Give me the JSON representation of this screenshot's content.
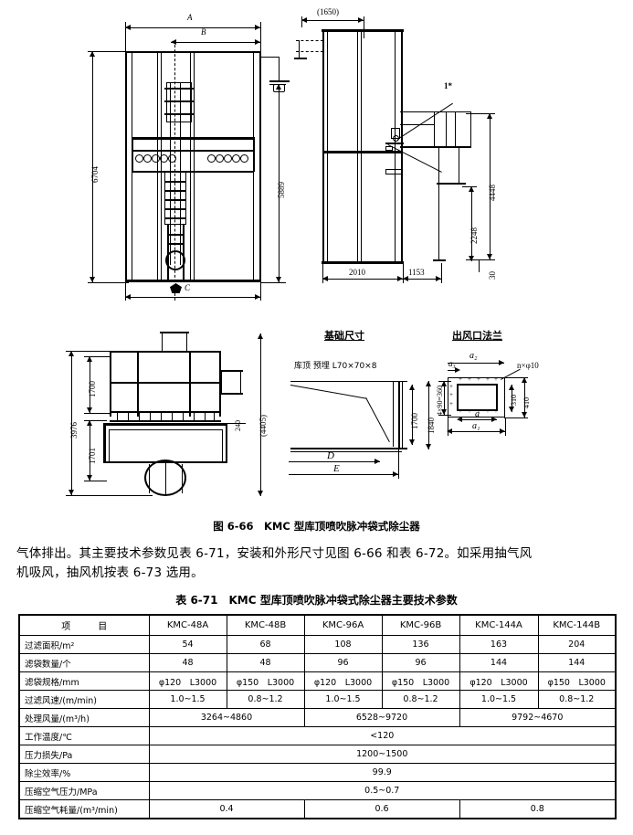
{
  "figure": {
    "caption": "图 6-66　KMC 型库顶喷吹脉冲袋式除尘器",
    "front_view": {
      "dim_A": "A",
      "dim_B": "B",
      "dim_C": "C",
      "height_total": "6704",
      "height_inner": "5889"
    },
    "side_view": {
      "top_width": "(1650)",
      "width_body": "2010",
      "width_ext": "1153",
      "height_platform": "4448",
      "height_mid": "2248",
      "height_base": "30",
      "callout": "1*"
    },
    "plan_view": {
      "height_total": "3976",
      "height_upper": "1700",
      "height_lower": "1701",
      "width_ref": "(4405)",
      "small_dim": "240"
    },
    "foundation": {
      "title": "基础尺寸",
      "note": "库顶 预埋 L70×70×8",
      "dim_D": "D",
      "dim_E": "E",
      "height_inner": "1700",
      "height_outer": "1840"
    },
    "flange": {
      "title": "出风口法兰",
      "hole_note": "n×φ10",
      "pitch_note": "4×90=360",
      "dim_a": "a",
      "dim_a1": "a₁",
      "dim_a2": "a₂",
      "dim_a3": "a₃",
      "height_inner": "310",
      "height_outer": "410"
    }
  },
  "body_text": {
    "line1": "气体排出。其主要技术参数见表 6-71，安装和外形尺寸见图 6-66 和表 6-72。如采用抽气风",
    "line2": "机吸风，抽风机按表 6-73 选用。"
  },
  "table": {
    "title": "表 6-71　KMC 型库顶喷吹脉冲袋式除尘器主要技术参数",
    "headers": [
      "项　目",
      "KMC-48A",
      "KMC-48B",
      "KMC-96A",
      "KMC-96B",
      "KMC-144A",
      "KMC-144B"
    ],
    "rows": [
      {
        "label": "过滤面积/m²",
        "type": "full",
        "values": [
          "54",
          "68",
          "108",
          "136",
          "163",
          "204"
        ]
      },
      {
        "label": "滤袋数量/个",
        "type": "full",
        "values": [
          "48",
          "48",
          "96",
          "96",
          "144",
          "144"
        ]
      },
      {
        "label": "滤袋规格/mm",
        "type": "full",
        "values": [
          "φ120　L3000",
          "φ150　L3000",
          "φ120　L3000",
          "φ150　L3000",
          "φ120　L3000",
          "φ150　L3000"
        ]
      },
      {
        "label": "过滤风速/(m/min)",
        "type": "full",
        "values": [
          "1.0~1.5",
          "0.8~1.2",
          "1.0~1.5",
          "0.8~1.2",
          "1.0~1.5",
          "0.8~1.2"
        ]
      },
      {
        "label": "处理风量/(m³/h)",
        "type": "pairs",
        "values": [
          "3264~4860",
          "6528~9720",
          "9792~4670"
        ]
      },
      {
        "label": "工作温度/℃",
        "type": "merged",
        "values": [
          "<120"
        ]
      },
      {
        "label": "压力损失/Pa",
        "type": "merged",
        "values": [
          "1200~1500"
        ]
      },
      {
        "label": "除尘效率/%",
        "type": "merged",
        "values": [
          "99.9"
        ]
      },
      {
        "label": "压缩空气压力/MPa",
        "type": "merged",
        "values": [
          "0.5~0.7"
        ]
      },
      {
        "label": "压缩空气耗量/(m³/min)",
        "type": "pairs",
        "values": [
          "0.4",
          "0.6",
          "0.8"
        ]
      }
    ]
  }
}
